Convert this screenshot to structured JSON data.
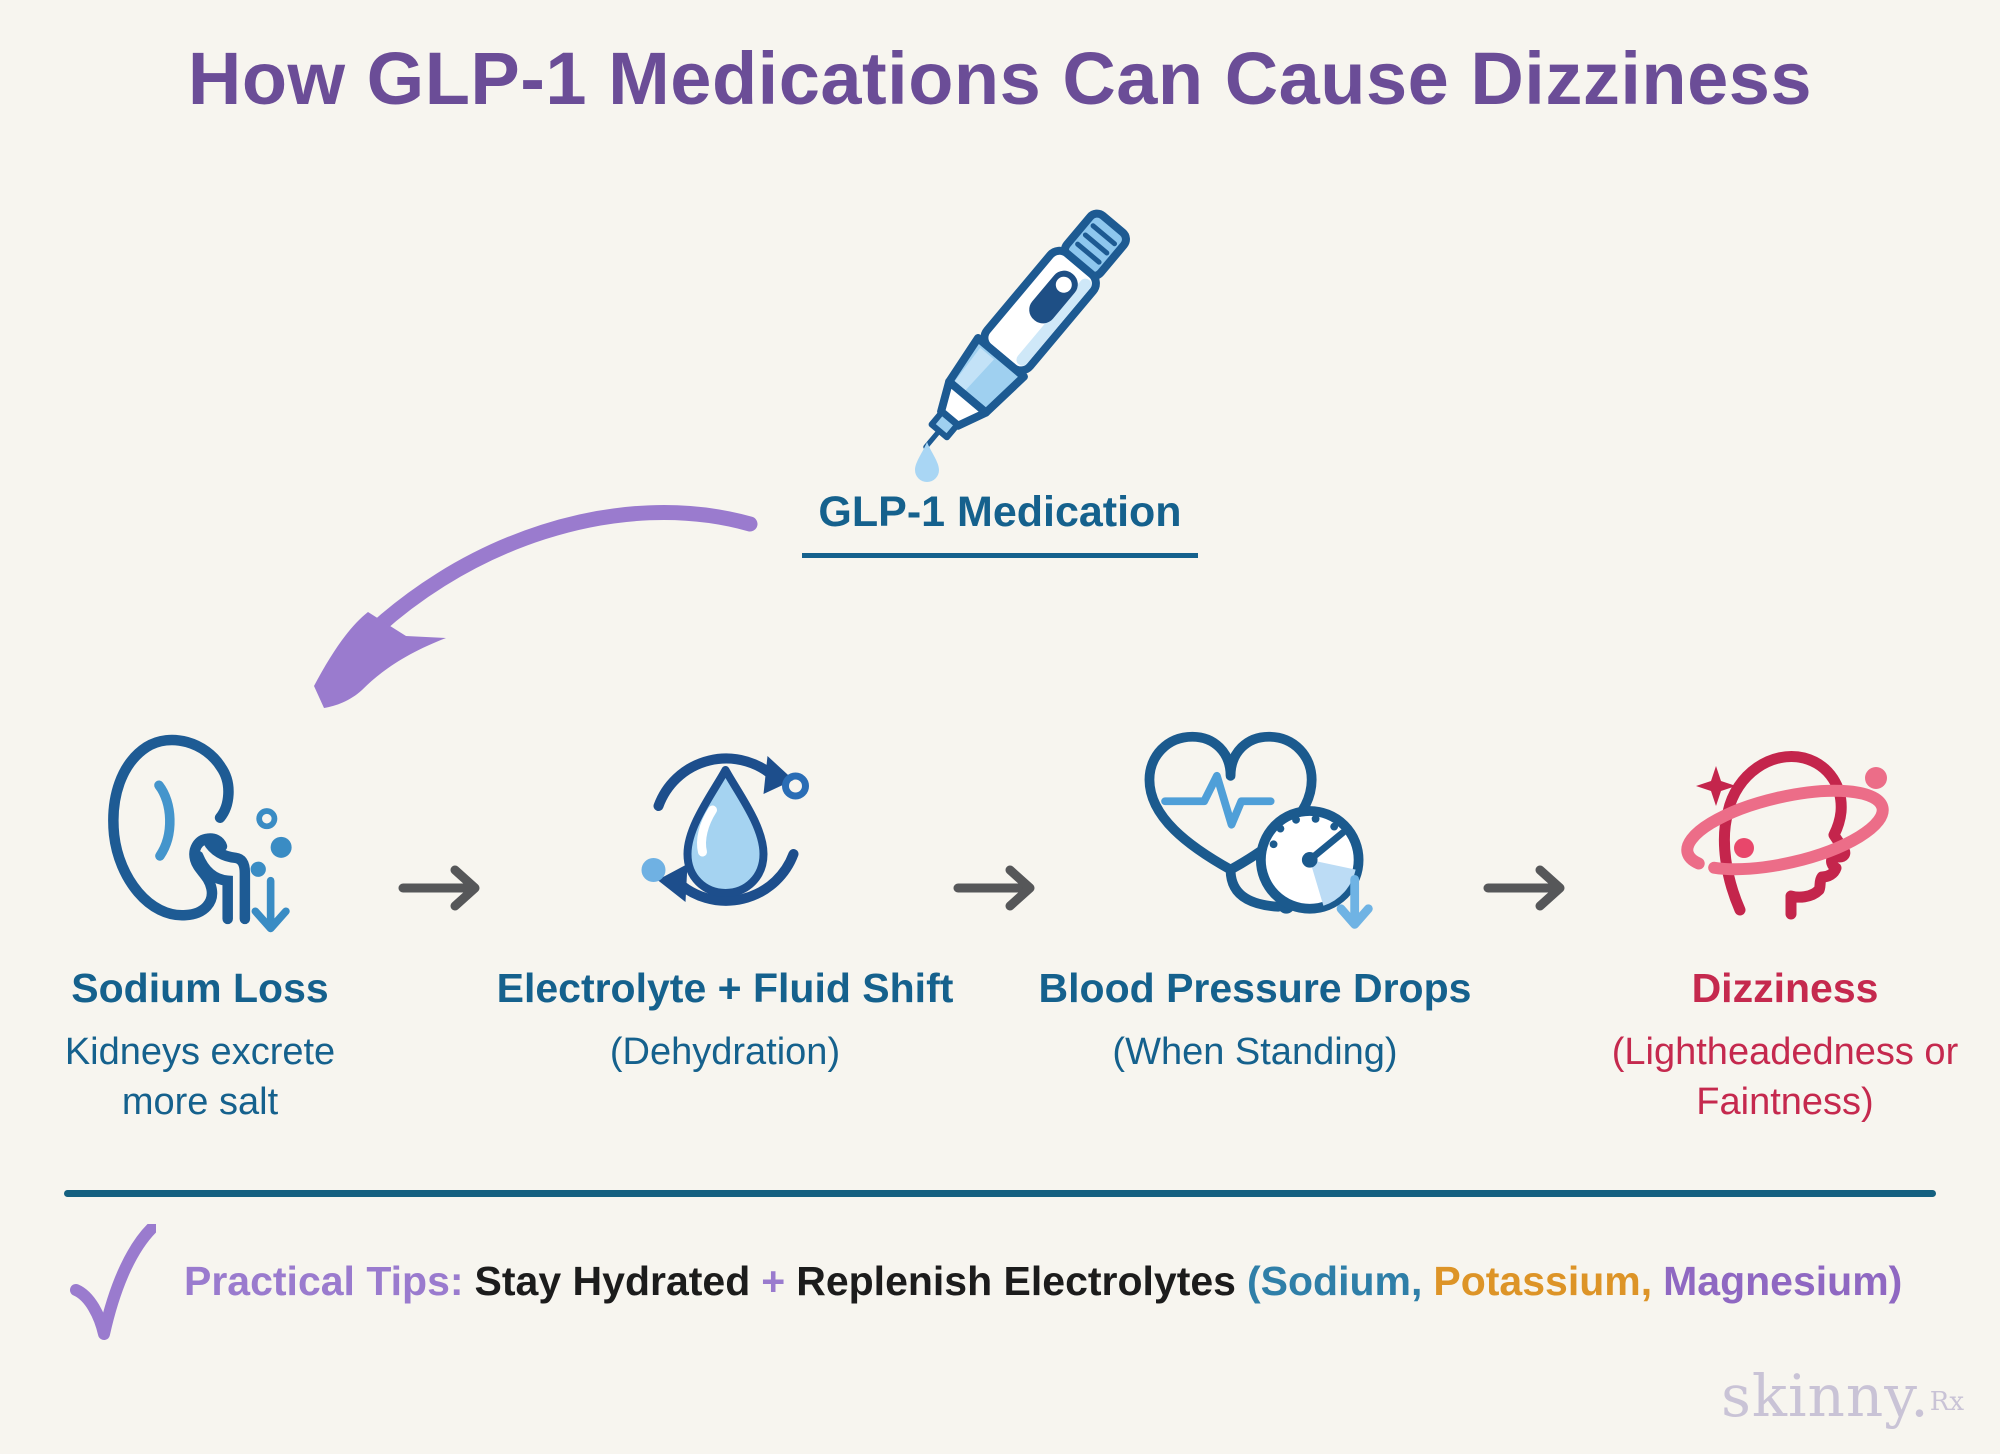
{
  "title": "How GLP-1 Medications Can Cause Dizziness",
  "medication_label": "GLP-1 Medication",
  "steps": [
    {
      "title": "Sodium Loss",
      "subtitle": "Kidneys excrete more salt",
      "icon": "kidney-icon"
    },
    {
      "title": "Electrolyte + Fluid Shift",
      "subtitle": "(Dehydration)",
      "icon": "fluid-cycle-icon"
    },
    {
      "title": "Blood Pressure Drops",
      "subtitle": "(When Standing)",
      "icon": "blood-pressure-icon"
    },
    {
      "title": "Dizziness",
      "subtitle": "(Lightheadedness or Faintness)",
      "icon": "dizzy-head-icon"
    }
  ],
  "tips": {
    "label": "Practical Tips:",
    "tip1": "Stay Hydrated",
    "joiner": "+",
    "tip2": "Replenish Electrolytes",
    "sodium": "(Sodium,",
    "potassium": "Potassium,",
    "magnesium": "Magnesium)"
  },
  "logo": {
    "main": "skinny.",
    "suffix": "Rx"
  },
  "colors": {
    "background": "#f7f5ef",
    "title_purple": "#6b4d97",
    "teal_text": "#15618d",
    "red_text": "#c5294e",
    "pink": "#ec6d88",
    "accent_purple": "#9a7bce",
    "orange": "#dd9427",
    "flow_arrow_gray": "#565759",
    "divider_teal": "#156080",
    "icon_dark_blue": "#1d5a92",
    "icon_light_blue": "#4f9fd8",
    "logo_gray": "#c9c3d6"
  }
}
